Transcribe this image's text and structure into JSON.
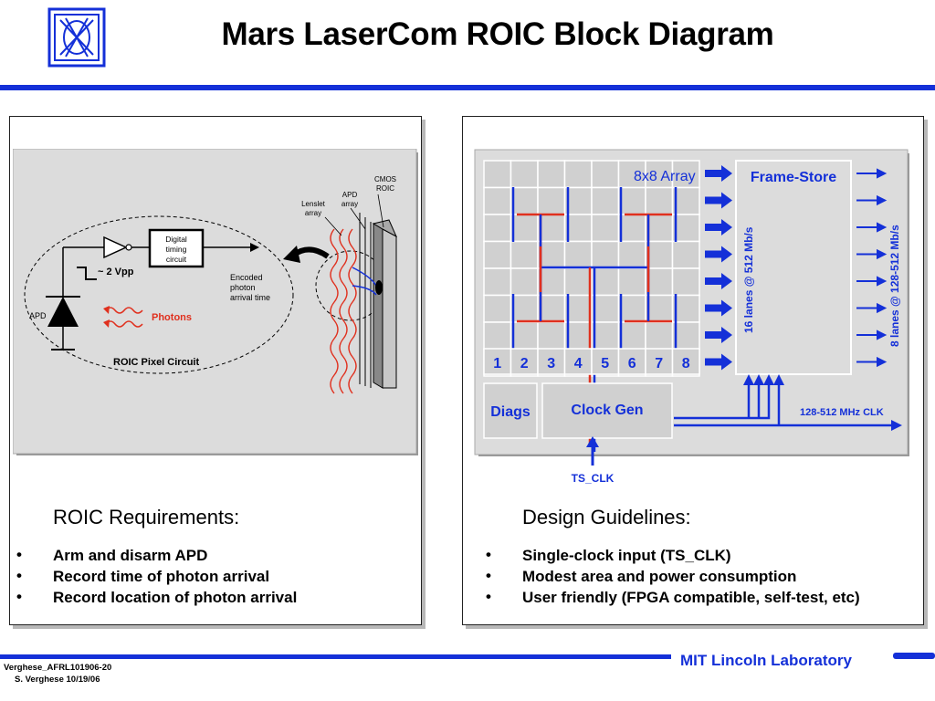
{
  "header": {
    "title": "Mars LaserCom ROIC Block Diagram"
  },
  "left_diagram": {
    "label_cmos_roic_1": "CMOS",
    "label_cmos_roic_2": "ROIC",
    "label_apd_array_1": "APD",
    "label_apd_array_2": "array",
    "label_lenslet_1": "Lenslet",
    "label_lenslet_2": "array",
    "digital_timing_1": "Digital",
    "digital_timing_2": "timing",
    "digital_timing_3": "circuit",
    "vpp": "~ 2 Vpp",
    "encoded_1": "Encoded",
    "encoded_2": "photon",
    "encoded_3": "arrival time",
    "apd": "APD",
    "photons": "Photons",
    "pixel_circuit": "ROIC Pixel Circuit"
  },
  "right_diagram": {
    "array_label": "8x8 Array",
    "frame_store": "Frame-Store",
    "lanes_16": "16 lanes @ 512 Mb/s",
    "lanes_8": "8 lanes @ 128-512 Mb/s",
    "columns": [
      "1",
      "2",
      "3",
      "4",
      "5",
      "6",
      "7",
      "8"
    ],
    "diags": "Diags",
    "clock_gen": "Clock Gen",
    "clk_label": "128-512 MHz CLK",
    "ts_clk": "TS_CLK"
  },
  "requirements": {
    "heading": "ROIC Requirements:",
    "items": [
      "Arm and disarm APD",
      "Record time of photon arrival",
      "Record location of photon arrival"
    ]
  },
  "guidelines": {
    "heading": "Design Guidelines:",
    "items": [
      "Single-clock input (TS_CLK)",
      "Modest area and power consumption",
      "User friendly (FPGA compatible, self-test, etc)"
    ]
  },
  "footer": {
    "doc_id": "Verghese_AFRL101906-20",
    "author_date": "S. Verghese 10/19/06",
    "lab": "MIT Lincoln Laboratory"
  },
  "colors": {
    "accent_blue": "#1430d8",
    "red": "#e0301e",
    "panel_gray": "#dcdcdc"
  }
}
